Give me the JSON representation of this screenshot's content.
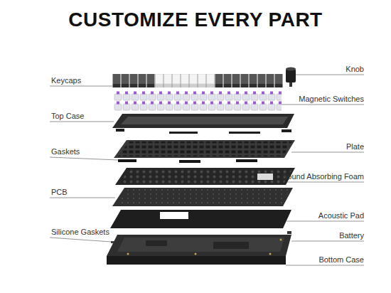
{
  "diagram": {
    "title": "CUSTOMIZE EVERY PART",
    "labels": [
      "Knob",
      "Keycaps",
      "Magnetic Switches",
      "Top Case",
      "Plate",
      "Gaskets",
      "Sound Absorbing Foam",
      "PCB",
      "Acoustic Pad",
      "Silicone Gaskets",
      "Battery",
      "Bottom Case"
    ]
  }
}
